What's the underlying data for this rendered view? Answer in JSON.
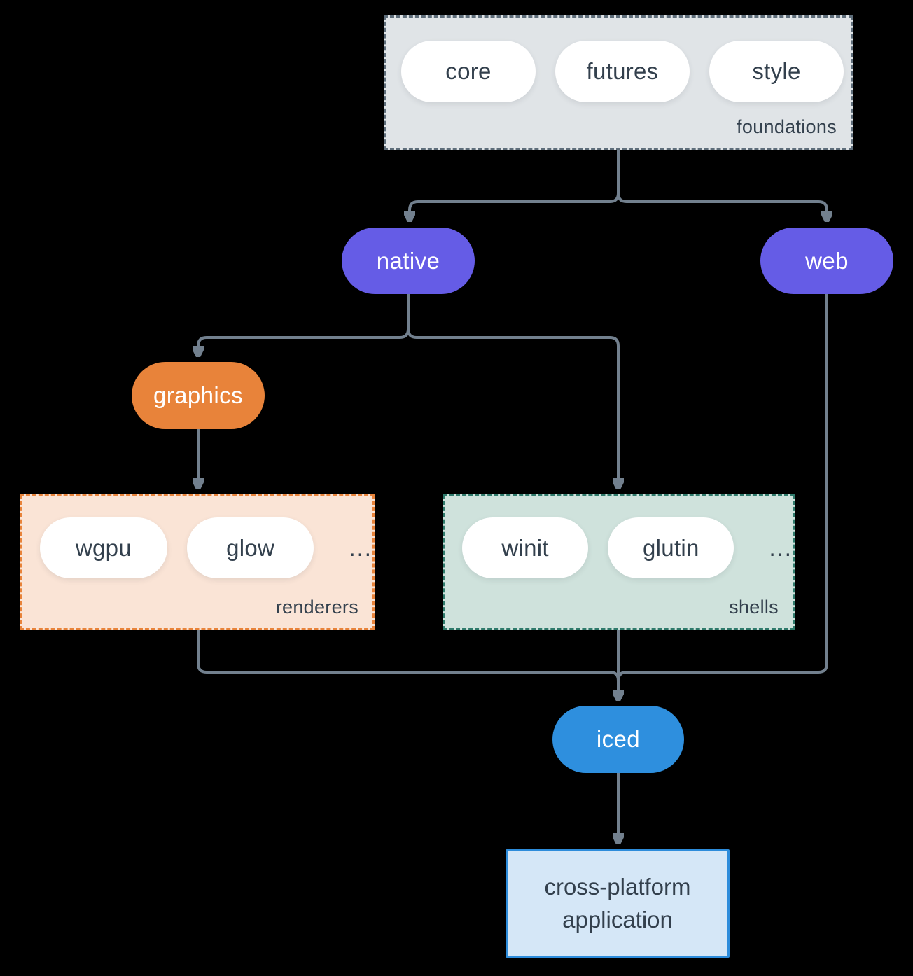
{
  "groups": {
    "foundations": {
      "label": "foundations",
      "pills": [
        "core",
        "futures",
        "style"
      ]
    },
    "renderers": {
      "label": "renderers",
      "pills": [
        "wgpu",
        "glow"
      ],
      "ellipsis": "..."
    },
    "shells": {
      "label": "shells",
      "pills": [
        "winit",
        "glutin"
      ],
      "ellipsis": "..."
    }
  },
  "nodes": {
    "native": "native",
    "web": "web",
    "graphics": "graphics",
    "iced": "iced",
    "app": "cross-platform application"
  },
  "colors": {
    "background": "#000000",
    "connector": "#72808E",
    "text_dark": "#33404D",
    "pill_white": "#FFFFFF",
    "purple": "#655CE6",
    "orange": "#E8833A",
    "blue": "#2E8FDE",
    "foundations_fill": "#E0E4E7",
    "foundations_border": "#5E6D7A",
    "renderers_fill": "#FAE4D6",
    "renderers_border": "#E8833A",
    "shells_fill": "#CFE2DC",
    "shells_border": "#2F7A6B",
    "app_fill": "#D5E7F7",
    "app_border": "#2D8CDB"
  }
}
